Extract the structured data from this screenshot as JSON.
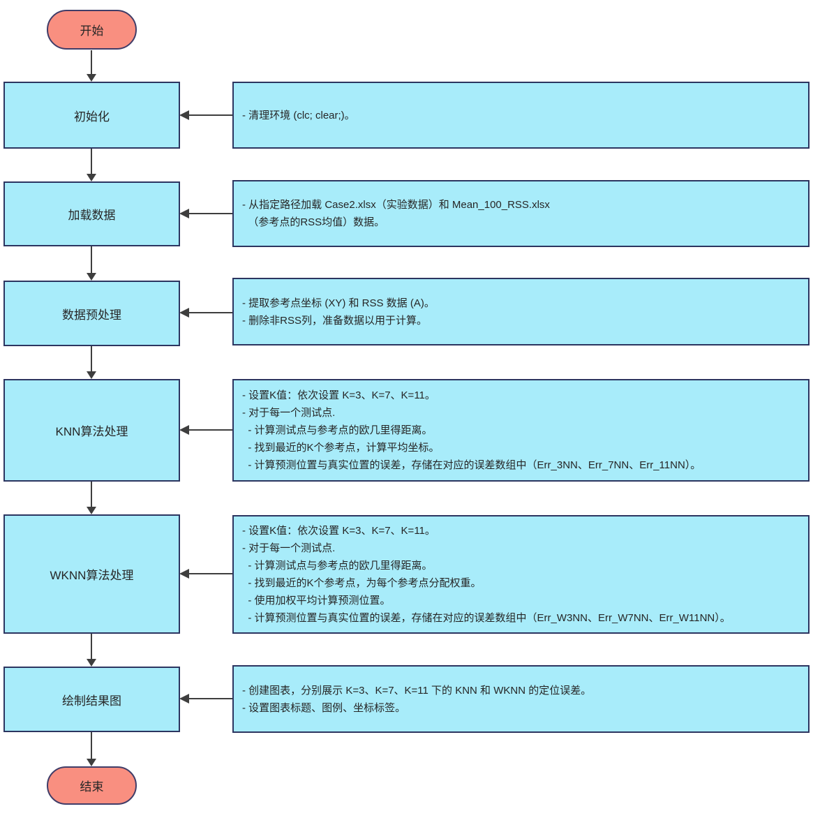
{
  "diagram": {
    "start_label": "开始",
    "end_label": "结束",
    "colors": {
      "process_fill": "#A8ECFA",
      "terminator_fill": "#F98F80",
      "box_border": "#2C3560",
      "terminator_border": "#403D68",
      "arrow": "#3E3E3E",
      "text": "#262626"
    },
    "steps": [
      {
        "label": "初始化",
        "notes": [
          "- 清理环境 (clc; clear;)。"
        ]
      },
      {
        "label": "加载数据",
        "notes": [
          "- 从指定路径加载 Case2.xlsx（实验数据）和 Mean_100_RSS.xlsx",
          "  （参考点的RSS均值）数据。"
        ]
      },
      {
        "label": "数据预处理",
        "notes": [
          "- 提取参考点坐标 (XY) 和 RSS 数据 (A)。",
          "- 删除非RSS列，准备数据以用于计算。"
        ]
      },
      {
        "label": "KNN算法处理",
        "notes": [
          "- 设置K值：依次设置 K=3、K=7、K=11。",
          "- 对于每一个测试点.",
          "  - 计算测试点与参考点的欧几里得距离。",
          "  - 找到最近的K个参考点，计算平均坐标。",
          "  - 计算预测位置与真实位置的误差，存储在对应的误差数组中（Err_3NN、Err_7NN、Err_11NN）。"
        ]
      },
      {
        "label": "WKNN算法处理",
        "notes": [
          "- 设置K值：依次设置 K=3、K=7、K=11。",
          "- 对于每一个测试点.",
          "  - 计算测试点与参考点的欧几里得距离。",
          "  - 找到最近的K个参考点，为每个参考点分配权重。",
          "  - 使用加权平均计算预测位置。",
          "  - 计算预测位置与真实位置的误差，存储在对应的误差数组中（Err_W3NN、Err_W7NN、Err_W11NN）。"
        ]
      },
      {
        "label": "绘制结果图",
        "notes": [
          "- 创建图表，分别展示 K=3、K=7、K=11 下的 KNN 和 WKNN 的定位误差。",
          "- 设置图表标题、图例、坐标标签。"
        ]
      }
    ]
  }
}
